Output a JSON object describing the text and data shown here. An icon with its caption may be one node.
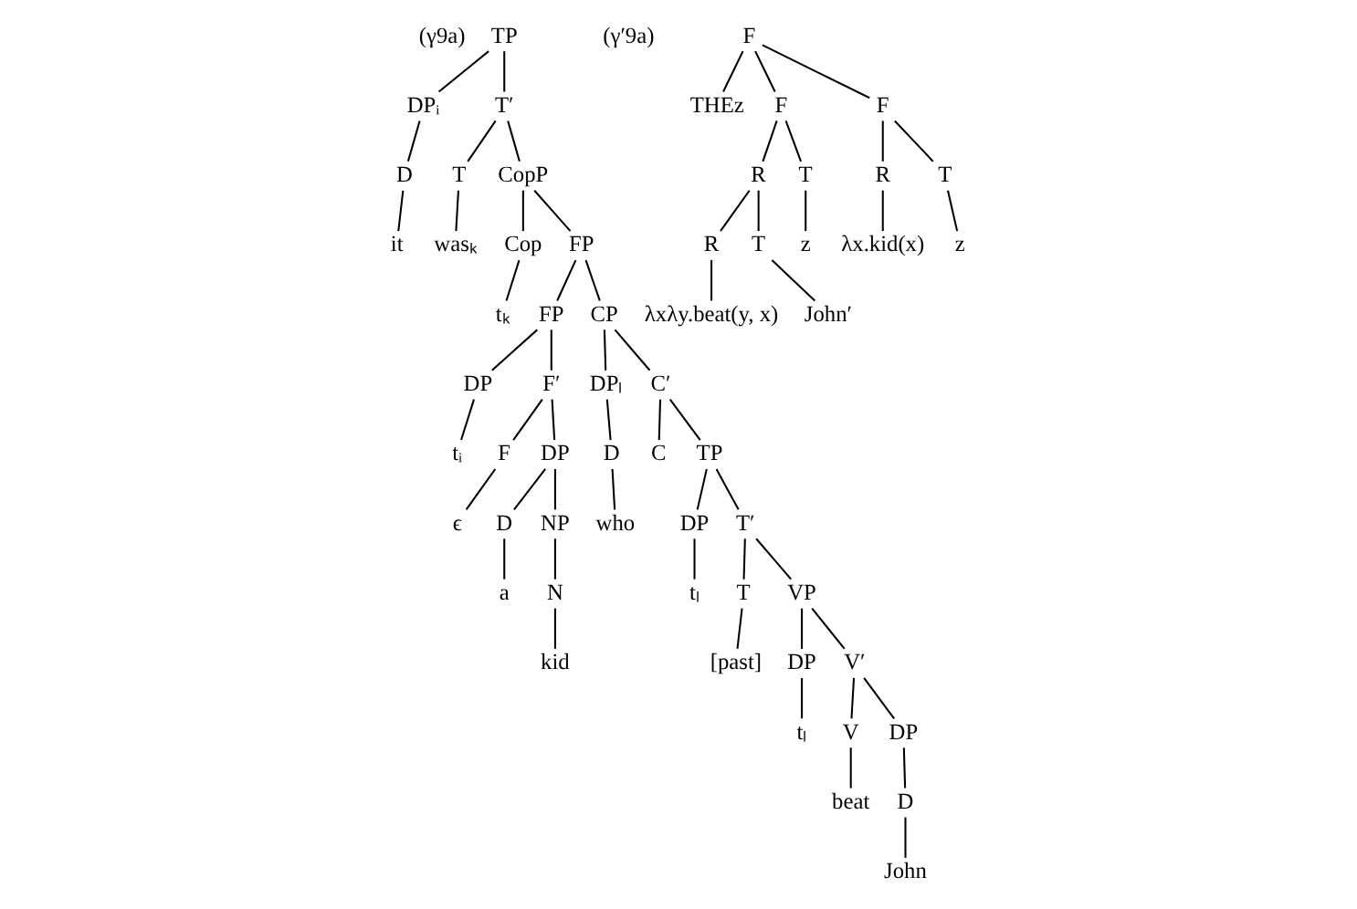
{
  "diagram": {
    "nodes": [
      {
        "text": [
          "TP"
        ]
      },
      {
        "text": [
          "DPᵢ"
        ]
      },
      {
        "text": [
          "T′"
        ]
      },
      {
        "text": [
          "D"
        ]
      },
      {
        "text": [
          "it"
        ]
      },
      {
        "text": [
          "T"
        ]
      },
      {
        "text": [
          "CopP"
        ]
      },
      {
        "text": [
          "wasₖ"
        ]
      },
      {
        "text": [
          "Cop"
        ]
      },
      {
        "text": [
          "FP"
        ]
      },
      {
        "text": [
          "tₖ"
        ]
      },
      {
        "text": [
          "FP"
        ]
      },
      {
        "text": [
          "CP"
        ]
      },
      {
        "text": [
          "DP"
        ]
      },
      {
        "text": [
          "F′"
        ]
      },
      {
        "text": [
          "DPₗ"
        ]
      },
      {
        "text": [
          "C′"
        ]
      },
      {
        "text": [
          "tᵢ"
        ]
      },
      {
        "text": [
          "F"
        ]
      },
      {
        "text": [
          "DP"
        ]
      },
      {
        "text": [
          "D"
        ]
      },
      {
        "text": [
          "C"
        ]
      },
      {
        "text": [
          "TP"
        ]
      },
      {
        "text": [
          "ϵ"
        ]
      },
      {
        "text": [
          "D"
        ]
      },
      {
        "text": [
          "NP"
        ]
      },
      {
        "text": [
          "who"
        ]
      },
      {
        "text": [
          "DP"
        ]
      },
      {
        "text": [
          "T′"
        ]
      },
      {
        "text": [
          "a"
        ]
      },
      {
        "text": [
          "N"
        ]
      },
      {
        "text": [
          "tₗ"
        ]
      },
      {
        "text": [
          "T"
        ]
      },
      {
        "text": [
          "VP"
        ]
      },
      {
        "text": [
          "kid"
        ]
      },
      {
        "text": [
          "[past]"
        ]
      },
      {
        "text": [
          "DP"
        ]
      },
      {
        "text": [
          "V′"
        ]
      },
      {
        "text": [
          "tₗ"
        ]
      },
      {
        "text": [
          "V"
        ]
      },
      {
        "text": [
          "DP"
        ]
      },
      {
        "text": [
          "beat"
        ]
      },
      {
        "text": [
          "D"
        ]
      },
      {
        "text": [
          "John"
        ]
      },
      {
        "text": [
          "F"
        ]
      },
      {
        "text": [
          "THEz"
        ]
      },
      {
        "text": [
          "F"
        ]
      },
      {
        "text": [
          "F"
        ]
      },
      {
        "text": [
          "R"
        ]
      },
      {
        "text": [
          "T"
        ]
      },
      {
        "text": [
          "R"
        ]
      },
      {
        "text": [
          "T"
        ]
      },
      {
        "text": [
          "R"
        ]
      },
      {
        "text": [
          "T"
        ]
      },
      {
        "text": [
          "z"
        ]
      },
      {
        "text": [
          "λx.kid(x)"
        ]
      },
      {
        "text": [
          "z"
        ]
      },
      {
        "text": [
          "λxλy.beat(y, x)"
        ]
      },
      {
        "text": [
          "John′"
        ]
      }
    ],
    "edges": [
      {
        "from": 0,
        "to": 1,
        "arrow": "none"
      },
      {
        "from": 0,
        "to": 2,
        "arrow": "none"
      },
      {
        "from": 1,
        "to": 3,
        "arrow": "none"
      },
      {
        "from": 3,
        "to": 4,
        "arrow": "none"
      },
      {
        "from": 2,
        "to": 5,
        "arrow": "none"
      },
      {
        "from": 2,
        "to": 6,
        "arrow": "none"
      },
      {
        "from": 5,
        "to": 7,
        "arrow": "none"
      },
      {
        "from": 6,
        "to": 8,
        "arrow": "none"
      },
      {
        "from": 6,
        "to": 9,
        "arrow": "none"
      },
      {
        "from": 8,
        "to": 10,
        "arrow": "none"
      },
      {
        "from": 9,
        "to": 11,
        "arrow": "none"
      },
      {
        "from": 9,
        "to": 12,
        "arrow": "none"
      },
      {
        "from": 11,
        "to": 13,
        "arrow": "none"
      },
      {
        "from": 11,
        "to": 14,
        "arrow": "none"
      },
      {
        "from": 13,
        "to": 17,
        "arrow": "none"
      },
      {
        "from": 14,
        "to": 18,
        "arrow": "none"
      },
      {
        "from": 14,
        "to": 19,
        "arrow": "none"
      },
      {
        "from": 18,
        "to": 23,
        "arrow": "none"
      },
      {
        "from": 19,
        "to": 24,
        "arrow": "none"
      },
      {
        "from": 19,
        "to": 25,
        "arrow": "none"
      },
      {
        "from": 24,
        "to": 29,
        "arrow": "none"
      },
      {
        "from": 25,
        "to": 30,
        "arrow": "none"
      },
      {
        "from": 30,
        "to": 34,
        "arrow": "none"
      },
      {
        "from": 12,
        "to": 15,
        "arrow": "none"
      },
      {
        "from": 12,
        "to": 16,
        "arrow": "none"
      },
      {
        "from": 15,
        "to": 20,
        "arrow": "none"
      },
      {
        "from": 20,
        "to": 26,
        "arrow": "none"
      },
      {
        "from": 16,
        "to": 21,
        "arrow": "none"
      },
      {
        "from": 16,
        "to": 22,
        "arrow": "none"
      },
      {
        "from": 22,
        "to": 27,
        "arrow": "none"
      },
      {
        "from": 22,
        "to": 28,
        "arrow": "none"
      },
      {
        "from": 27,
        "to": 31,
        "arrow": "none"
      },
      {
        "from": 28,
        "to": 32,
        "arrow": "none"
      },
      {
        "from": 28,
        "to": 33,
        "arrow": "none"
      },
      {
        "from": 32,
        "to": 35,
        "arrow": "none"
      },
      {
        "from": 33,
        "to": 36,
        "arrow": "none"
      },
      {
        "from": 33,
        "to": 37,
        "arrow": "none"
      },
      {
        "from": 36,
        "to": 38,
        "arrow": "none"
      },
      {
        "from": 37,
        "to": 39,
        "arrow": "none"
      },
      {
        "from": 37,
        "to": 40,
        "arrow": "none"
      },
      {
        "from": 39,
        "to": 41,
        "arrow": "none"
      },
      {
        "from": 40,
        "to": 42,
        "arrow": "none"
      },
      {
        "from": 42,
        "to": 43,
        "arrow": "none"
      },
      {
        "from": 44,
        "to": 45,
        "arrow": "none"
      },
      {
        "from": 44,
        "to": 46,
        "arrow": "none"
      },
      {
        "from": 44,
        "to": 47,
        "arrow": "none"
      },
      {
        "from": 46,
        "to": 48,
        "arrow": "none"
      },
      {
        "from": 46,
        "to": 49,
        "arrow": "none"
      },
      {
        "from": 47,
        "to": 50,
        "arrow": "none"
      },
      {
        "from": 47,
        "to": 51,
        "arrow": "none"
      },
      {
        "from": 48,
        "to": 52,
        "arrow": "none"
      },
      {
        "from": 48,
        "to": 53,
        "arrow": "none"
      },
      {
        "from": 49,
        "to": 54,
        "arrow": "none"
      },
      {
        "from": 50,
        "to": 55,
        "arrow": "none"
      },
      {
        "from": 51,
        "to": 56,
        "arrow": "none"
      },
      {
        "from": 52,
        "to": 57,
        "arrow": "none"
      },
      {
        "from": 53,
        "to": 58,
        "arrow": "none"
      }
    ],
    "labels": [
      "(γ9a)",
      "(γ′9a)"
    ]
  }
}
